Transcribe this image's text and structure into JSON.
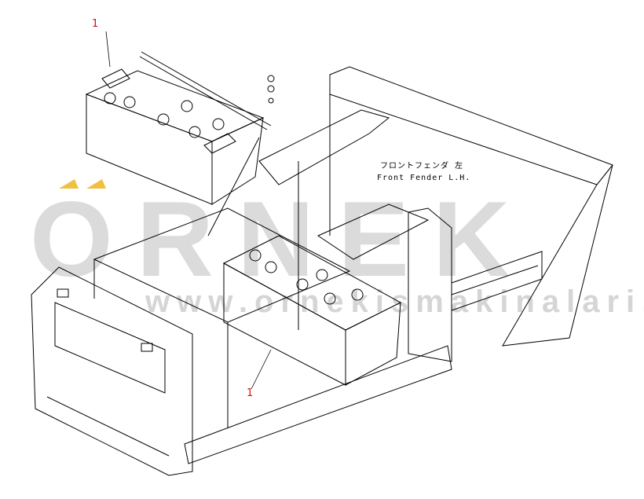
{
  "diagram": {
    "callouts": [
      "1",
      "1"
    ],
    "fender_label_jp": "フロントフェンダ 左",
    "fender_label_en": "Front Fender L.H.",
    "watermark": "ÖRNEK",
    "watermark_url": "www.ornekismakinalari.com.tr",
    "watermark_accent": "#f0c040"
  }
}
